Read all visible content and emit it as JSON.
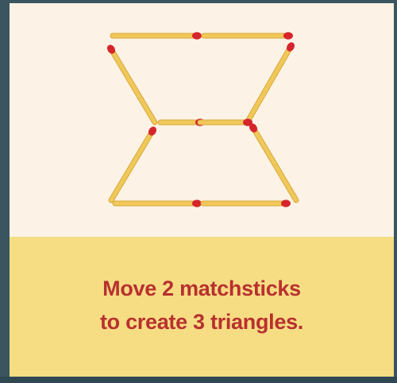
{
  "puzzle": {
    "stick_color": "#f0c85a",
    "stick_edge_color": "#d8a93a",
    "head_color": "#d6242c",
    "sticks": [
      {
        "name": "top-left"
      },
      {
        "name": "top-right"
      },
      {
        "name": "upper-left-diagonal"
      },
      {
        "name": "upper-right-diagonal"
      },
      {
        "name": "middle-left"
      },
      {
        "name": "middle-right"
      },
      {
        "name": "lower-left-diagonal"
      },
      {
        "name": "lower-right-diagonal"
      },
      {
        "name": "bottom-left"
      },
      {
        "name": "bottom-right"
      }
    ]
  },
  "caption": {
    "line1": "Move 2 matchsticks",
    "line2": "to create 3 triangles.",
    "text_color": "#b8302f",
    "band_color": "#f6dd84"
  },
  "background_color": "#fcf3e6"
}
